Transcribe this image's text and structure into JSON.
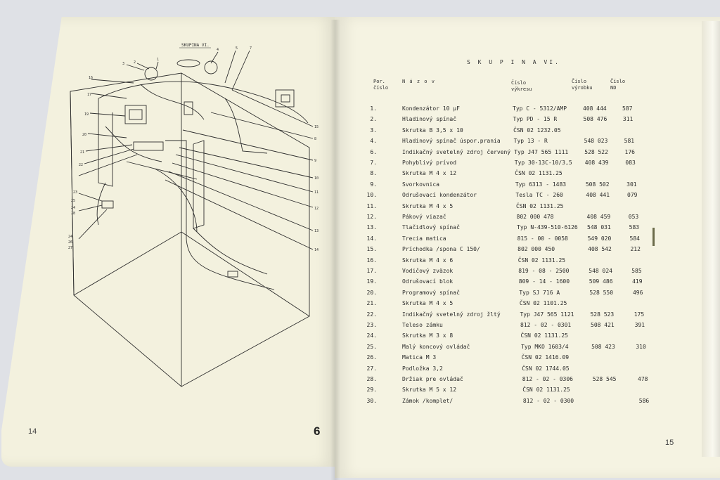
{
  "left_page": {
    "diagram_title": "SKUPINA VI.",
    "page_number": "14",
    "sheet_number": "6",
    "callouts_top": [
      "3",
      "2",
      "1",
      "4",
      "5",
      "7",
      "16",
      "17"
    ],
    "callouts_left": [
      "19",
      "20",
      "21",
      "22",
      "23",
      "25",
      "24",
      "28",
      "24",
      "26",
      "27"
    ],
    "callouts_right": [
      "15",
      "8",
      "9",
      "10",
      "11",
      "12",
      "13",
      "14"
    ]
  },
  "right_page": {
    "title": "S K U P I N A  VI.",
    "headers": {
      "por_cislo": [
        "Por.",
        "číslo"
      ],
      "nazov": "N á z o v",
      "cislo_vykresu": [
        "Číslo",
        "výkresu"
      ],
      "cislo_vyrobku": [
        "Číslo",
        "výrobku"
      ],
      "cislo_nd": [
        "Číslo",
        "ND"
      ]
    },
    "page_number": "15",
    "rows": [
      {
        "n": "1.",
        "name": "Kondenzátor 10 µF",
        "drawing": "Typ C - 5312/AMP",
        "product": "408 444",
        "nd": "587"
      },
      {
        "n": "2.",
        "name": "Hladinový spínač",
        "drawing": "Typ PD - 15 R",
        "product": "508 476",
        "nd": "311"
      },
      {
        "n": "3.",
        "name": "Skrutka B 3,5 x 10",
        "drawing": "ČSN 02 1232.05",
        "product": "",
        "nd": ""
      },
      {
        "n": "4.",
        "name": "Hladinový spínač úspor.prania",
        "drawing": "Typ 13 - R",
        "product": "548 023",
        "nd": "581"
      },
      {
        "n": "6.",
        "name": "Indikačný svetelný zdroj červený",
        "drawing": "Typ J47 565 1111",
        "product": "528 522",
        "nd": "176"
      },
      {
        "n": "7.",
        "name": "Pohyblivý prívod",
        "drawing": "Typ 30-13C-10/3,5",
        "product": "408 439",
        "nd": "083"
      },
      {
        "n": "8.",
        "name": "Skrutka M 4 x 12",
        "drawing": "ČSN 02 1131.25",
        "product": "",
        "nd": ""
      },
      {
        "n": "9.",
        "name": "Svorkovnica",
        "drawing": "Typ 6313 - 1483",
        "product": "508 502",
        "nd": "301"
      },
      {
        "n": "10.",
        "name": "Odrušovací kondenzátor",
        "drawing": "Tesla TC - 260",
        "product": "408 441",
        "nd": "079"
      },
      {
        "n": "11.",
        "name": "Skrutka M 4 x 5",
        "drawing": "ČSN 02 1131.25",
        "product": "",
        "nd": ""
      },
      {
        "n": "12.",
        "name": "Pákový viazač",
        "drawing": "802 000 478",
        "product": "408 459",
        "nd": "053"
      },
      {
        "n": "13.",
        "name": "Tlačidlový spínač",
        "drawing": "Typ N-439-510-6126",
        "product": "548 031",
        "nd": "583"
      },
      {
        "n": "14.",
        "name": "Trecia matica",
        "drawing": "815 - 00 - 0058",
        "product": "549 020",
        "nd": "584"
      },
      {
        "n": "15.",
        "name": "Príchodka /spona C 150/",
        "drawing": "802 000 450",
        "product": "408 542",
        "nd": "212"
      },
      {
        "n": "16.",
        "name": "Skrutka M 4 x 6",
        "drawing": "ČSN 02 1131.25",
        "product": "",
        "nd": ""
      },
      {
        "n": "17.",
        "name": "Vodičový zväzok",
        "drawing": "819 - 08 - 2500",
        "product": "548 024",
        "nd": "585"
      },
      {
        "n": "19.",
        "name": "Odrušovací blok",
        "drawing": "809 - 14 - 1600",
        "product": "509 486",
        "nd": "419"
      },
      {
        "n": "20.",
        "name": "Programový spínač",
        "drawing": "Typ SJ 716 A",
        "product": "528 550",
        "nd": "496"
      },
      {
        "n": "21.",
        "name": "Skrutka M 4 x 5",
        "drawing": "ČSN 02 1101.25",
        "product": "",
        "nd": ""
      },
      {
        "n": "22.",
        "name": "Indikačný svetelný zdroj žltý",
        "drawing": "Typ J47 565 1121",
        "product": "528 523",
        "nd": "175"
      },
      {
        "n": "23.",
        "name": "Teleso zámku",
        "drawing": "812 - 02 - 0301",
        "product": "508 421",
        "nd": "391"
      },
      {
        "n": "24.",
        "name": "Skrutka M 3 x 8",
        "drawing": "ČSN 02 1131.25",
        "product": "",
        "nd": ""
      },
      {
        "n": "25.",
        "name": "Malý koncový ovládač",
        "drawing": "Typ MKO 1603/4",
        "product": "508 423",
        "nd": "310"
      },
      {
        "n": "26.",
        "name": "Matica M 3",
        "drawing": "ČSN 02 1416.09",
        "product": "",
        "nd": ""
      },
      {
        "n": "27.",
        "name": "Podložka 3,2",
        "drawing": "ČSN 02 1744.05",
        "product": "",
        "nd": ""
      },
      {
        "n": "28.",
        "name": "Držiak pre ovládač",
        "drawing": "812 - 02 - 0306",
        "product": "528 545",
        "nd": "478"
      },
      {
        "n": "29.",
        "name": "Skrutka M 5 x 12",
        "drawing": "ČSN 02 1131.25",
        "product": "",
        "nd": ""
      },
      {
        "n": "30.",
        "name": "Zámok /komplet/",
        "drawing": "812 - 02 - 0300",
        "product": "",
        "nd": "586"
      }
    ]
  },
  "colors": {
    "paper_left": "#f3f1de",
    "paper_right": "#f5f3e2",
    "ink": "#2b2b2b",
    "background": "#dfe1e6"
  }
}
